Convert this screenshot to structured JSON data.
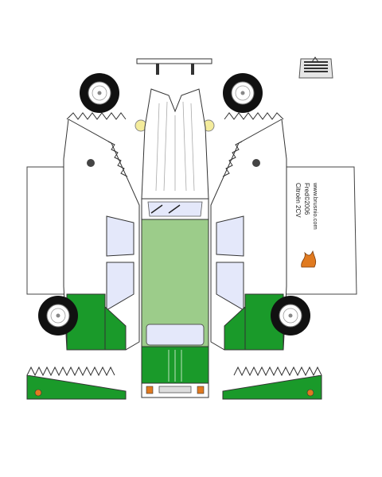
{
  "sheet": {
    "model_label": "Citroën 2CV",
    "author_label": "Fred©2006",
    "site_label": "www.brusnio.com"
  },
  "colors": {
    "body_white": "#ffffff",
    "body_green": "#1a9a2a",
    "roof_green": "#9ccc8a",
    "window_blue": "#e4e8fa",
    "tire_black": "#111111",
    "headlamp_yellow": "#f4ec9c",
    "taillight_orange": "#e07a20"
  },
  "icons": [
    "wheel-icon",
    "grille-icon",
    "bumper-icon",
    "flame-logo-icon",
    "headlamp-icon"
  ]
}
